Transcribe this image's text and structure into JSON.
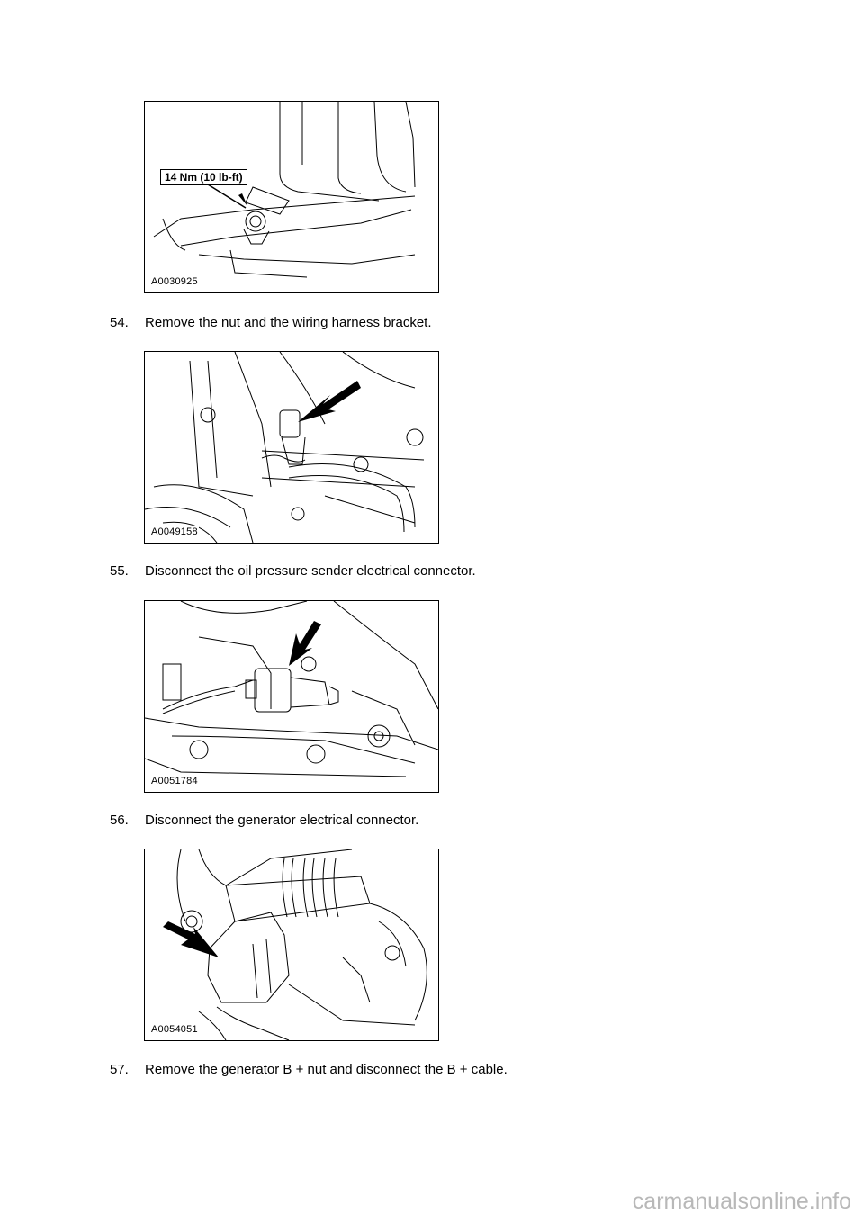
{
  "figures": [
    {
      "id": "A0030925",
      "callout": "14 Nm (10 lb-ft)"
    },
    {
      "id": "A0049158"
    },
    {
      "id": "A0051784"
    },
    {
      "id": "A0054051"
    }
  ],
  "steps": [
    {
      "number": "54.",
      "text": "Remove the nut and the wiring harness bracket."
    },
    {
      "number": "55.",
      "text": "Disconnect the oil pressure sender electrical connector."
    },
    {
      "number": "56.",
      "text": "Disconnect the generator electrical connector."
    },
    {
      "number": "57.",
      "text": "Remove the generator B + nut and disconnect the B + cable."
    }
  ],
  "watermark": "carmanualsonline.info"
}
